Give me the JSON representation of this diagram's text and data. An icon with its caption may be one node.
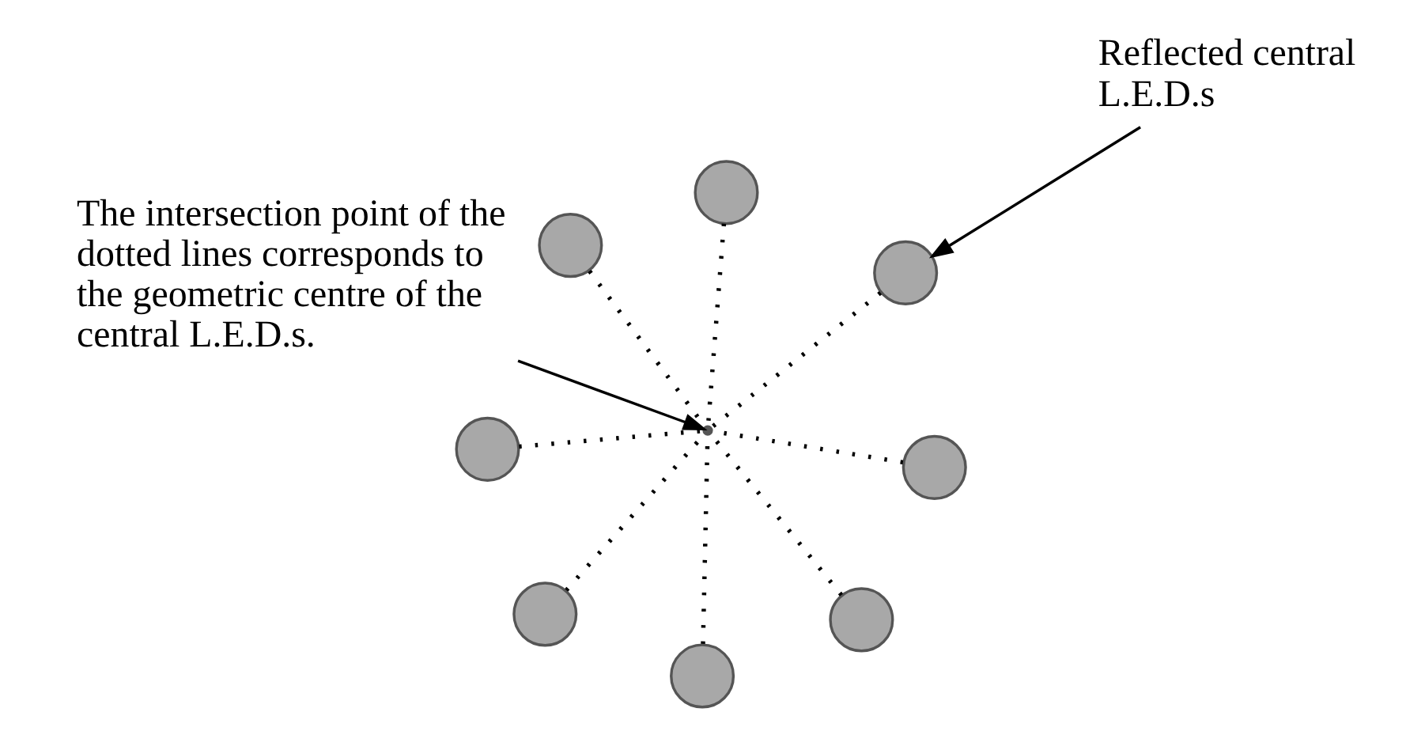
{
  "diagram": {
    "nodes": [
      {
        "text": [
          "The intersection point of the dotted lines corresponds to the geometric centre of the central L.E.D.s."
        ]
      },
      {
        "text": [
          "Reflected central L.E.D.s"
        ]
      },
      {
        "text": [],
        "shape": "circle"
      },
      {
        "text": [],
        "shape": "circle"
      },
      {
        "text": [],
        "shape": "circle"
      },
      {
        "text": [],
        "shape": "circle"
      },
      {
        "text": [],
        "shape": "circle"
      },
      {
        "text": [],
        "shape": "circle"
      },
      {
        "text": [],
        "shape": "circle"
      },
      {
        "text": [],
        "shape": "circle"
      },
      {
        "text": [],
        "shape": "point"
      }
    ],
    "edges": [
      {
        "from": 2,
        "to": 10,
        "arrow": "none",
        "style": "dashed"
      },
      {
        "from": 3,
        "to": 10,
        "arrow": "none",
        "style": "dashed"
      },
      {
        "from": 4,
        "to": 10,
        "arrow": "none",
        "style": "dashed"
      },
      {
        "from": 5,
        "to": 10,
        "arrow": "none",
        "style": "dashed"
      },
      {
        "from": 6,
        "to": 10,
        "arrow": "none",
        "style": "dashed"
      },
      {
        "from": 7,
        "to": 10,
        "arrow": "none",
        "style": "dashed"
      },
      {
        "from": 8,
        "to": 10,
        "arrow": "none",
        "style": "dashed"
      },
      {
        "from": 9,
        "to": 10,
        "arrow": "none",
        "style": "dashed"
      },
      {
        "from": 0,
        "to": 10,
        "arrow": "to"
      },
      {
        "from": 1,
        "to": 4,
        "arrow": "to"
      }
    ]
  }
}
